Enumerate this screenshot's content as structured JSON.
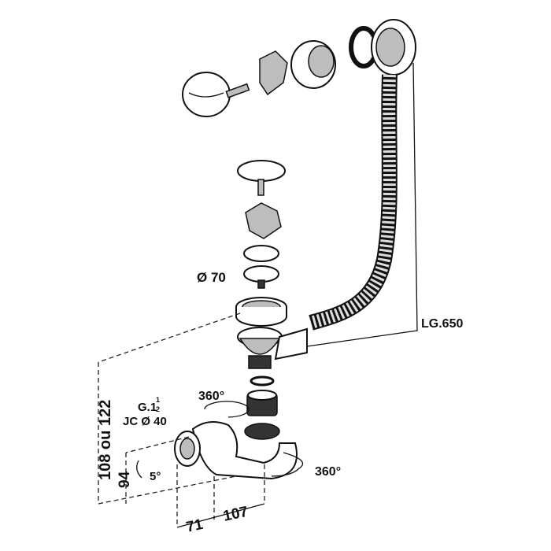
{
  "diagram": {
    "labels": {
      "diameter_cap": "Ø 70",
      "cable_length": "LG.650",
      "height_total": "108 ou 122",
      "thread": "G.1",
      "thread_fraction_num": "1",
      "thread_fraction_den": "2",
      "seal": "JC Ø 40",
      "rotation_top": "360°",
      "rotation_side": "360°",
      "height_outlet": "94",
      "angle": "5°",
      "width_1": "71",
      "width_2": "107"
    }
  }
}
